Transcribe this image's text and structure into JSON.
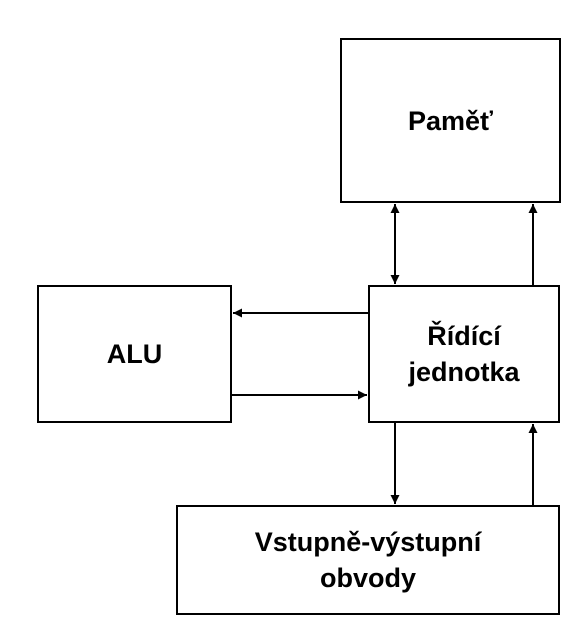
{
  "nodes": {
    "memory": {
      "label": "Paměť"
    },
    "alu": {
      "label": "ALU"
    },
    "control_unit": {
      "label": "Řídící\njednotka"
    },
    "io": {
      "label": "Vstupně-výstupní\nobvody"
    }
  },
  "edges": [
    {
      "from": "memory",
      "to": "control_unit",
      "direction": "both"
    },
    {
      "from": "control_unit",
      "to": "memory",
      "direction": "one-way"
    },
    {
      "from": "control_unit",
      "to": "alu",
      "direction": "one-way"
    },
    {
      "from": "alu",
      "to": "control_unit",
      "direction": "one-way"
    },
    {
      "from": "control_unit",
      "to": "io",
      "direction": "one-way"
    },
    {
      "from": "io",
      "to": "control_unit",
      "direction": "one-way"
    }
  ],
  "colors": {
    "line": "#000000",
    "box_border": "#000000",
    "background": "#ffffff"
  }
}
